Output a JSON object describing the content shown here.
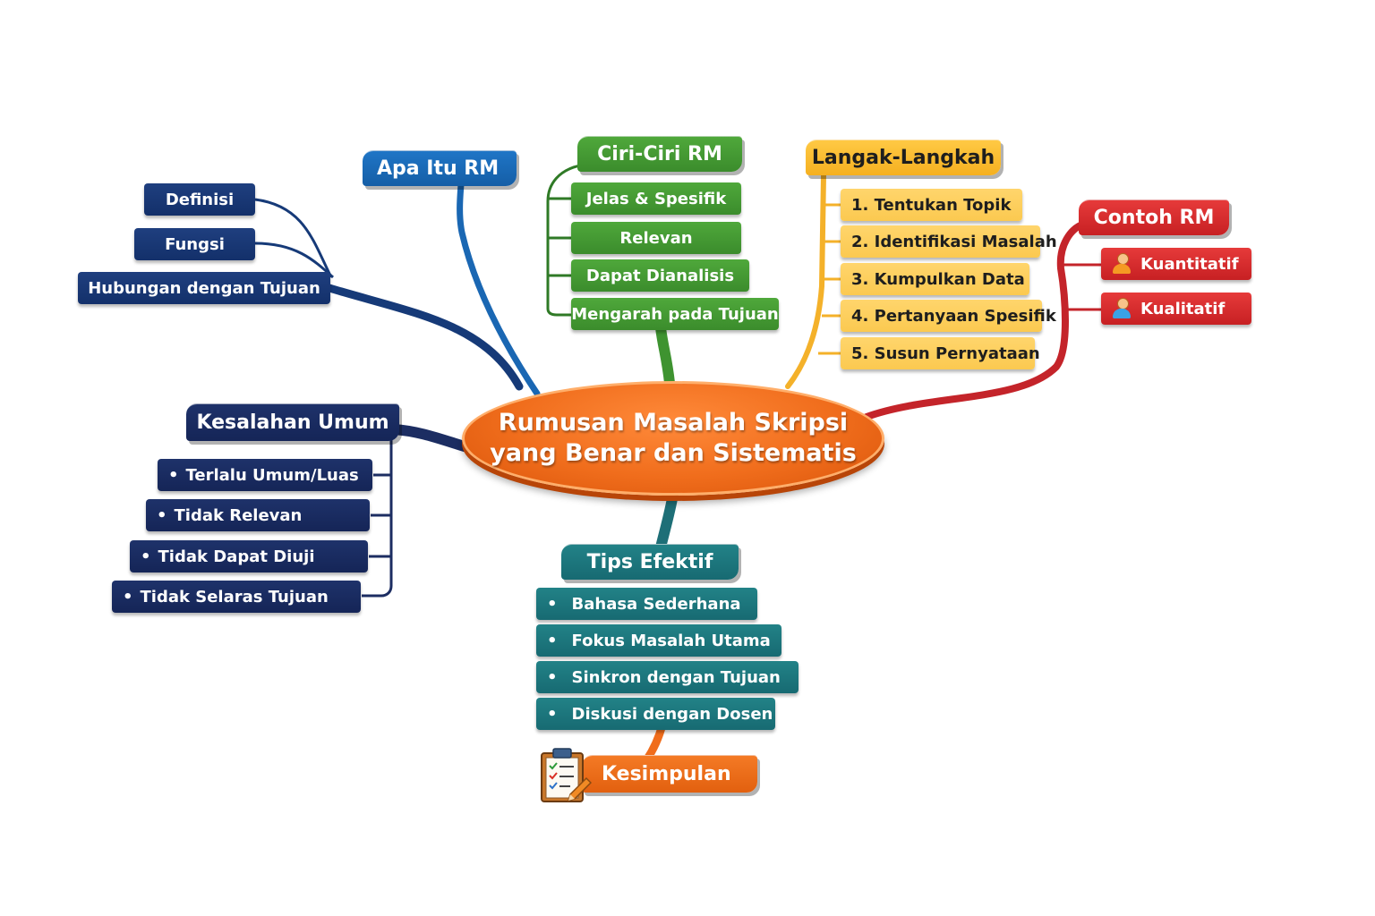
{
  "center": {
    "line1": "Rumusan Masalah Skripsi",
    "line2": "yang Benar dan Sistematis"
  },
  "branches": {
    "apa_itu": {
      "title": "Apa Itu RM",
      "items": [
        "Definisi",
        "Fungsi",
        "Hubungan dengan Tujuan"
      ]
    },
    "ciri": {
      "title": "Ciri-Ciri RM",
      "items": [
        "Jelas & Spesifik",
        "Relevan",
        "Dapat Dianalisis",
        "Mengarah pada Tujuan"
      ]
    },
    "langkah": {
      "title": "Langak-Langkah",
      "items": [
        "1. Tentukan Topik",
        "2. Identifikasi Masalah",
        "3. Kumpulkan Data",
        "4. Pertanyaan Spesifik",
        "5. Susun Pernyataan"
      ]
    },
    "contoh": {
      "title": "Contoh RM",
      "items": [
        "Kuantitatif",
        "Kualitatif"
      ]
    },
    "kesalahan": {
      "title": "Kesalahan Umum",
      "items": [
        "Terlalu Umum/Luas",
        "Tidak Relevan",
        "Tidak Dapat Diuji",
        "Tidak Selaras Tujuan"
      ]
    },
    "tips": {
      "title": "Tips Efektif",
      "items": [
        "Bahasa Sederhana",
        "Fokus Masalah Utama",
        "Sinkron dengan Tujuan",
        "Diskusi dengan Dosen"
      ]
    },
    "kesimpulan": {
      "title": "Kesimpulan"
    }
  },
  "colors": {
    "center": "#f06d1c",
    "apa_itu": "#1f75c6",
    "apa_itu_items": "#13306a",
    "ciri": "#3b8c2c",
    "langkah": "#f5b020",
    "contoh": "#c72023",
    "kesalahan": "#152557",
    "tips": "#176a72",
    "kesimpulan": "#e2600f"
  },
  "icons": {
    "kuantitatif": "person-icon",
    "kualitatif": "person-icon",
    "kesimpulan": "clipboard-checklist-icon"
  }
}
